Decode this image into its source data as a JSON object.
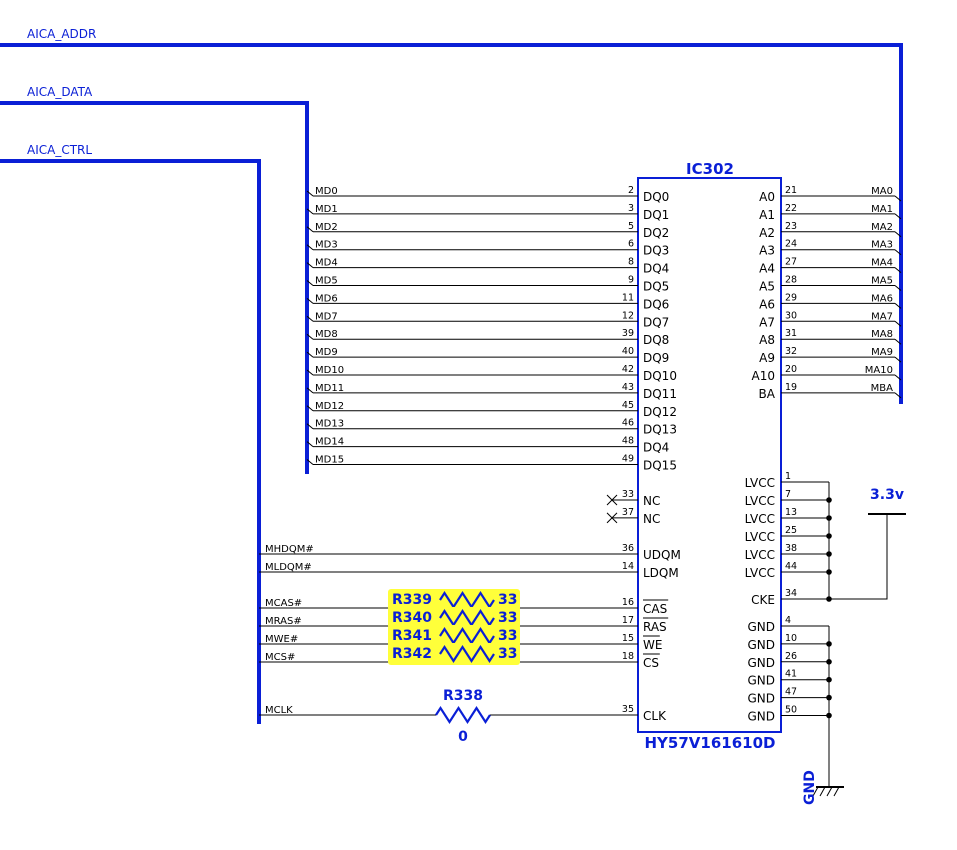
{
  "buses": {
    "addr": "AICA_ADDR",
    "data": "AICA_DATA",
    "ctrl": "AICA_CTRL"
  },
  "chip": {
    "ref": "IC302",
    "part": "HY57V161610D",
    "left_pins": [
      {
        "net": "MD0",
        "pin": "2",
        "name": "DQ0"
      },
      {
        "net": "MD1",
        "pin": "3",
        "name": "DQ1"
      },
      {
        "net": "MD2",
        "pin": "5",
        "name": "DQ2"
      },
      {
        "net": "MD3",
        "pin": "6",
        "name": "DQ3"
      },
      {
        "net": "MD4",
        "pin": "8",
        "name": "DQ4"
      },
      {
        "net": "MD5",
        "pin": "9",
        "name": "DQ5"
      },
      {
        "net": "MD6",
        "pin": "11",
        "name": "DQ6"
      },
      {
        "net": "MD7",
        "pin": "12",
        "name": "DQ7"
      },
      {
        "net": "MD8",
        "pin": "39",
        "name": "DQ8"
      },
      {
        "net": "MD9",
        "pin": "40",
        "name": "DQ9"
      },
      {
        "net": "MD10",
        "pin": "42",
        "name": "DQ10"
      },
      {
        "net": "MD11",
        "pin": "43",
        "name": "DQ11"
      },
      {
        "net": "MD12",
        "pin": "45",
        "name": "DQ12"
      },
      {
        "net": "MD13",
        "pin": "46",
        "name": "DQ13"
      },
      {
        "net": "MD14",
        "pin": "48",
        "name": "DQ4"
      },
      {
        "net": "MD15",
        "pin": "49",
        "name": "DQ15"
      }
    ],
    "nc_pins": [
      {
        "pin": "33",
        "name": "NC"
      },
      {
        "pin": "37",
        "name": "NC"
      }
    ],
    "ctrl_pins": [
      {
        "net": "MHDQM#",
        "pin": "36",
        "name": "UDQM"
      },
      {
        "net": "MLDQM#",
        "pin": "14",
        "name": "LDQM"
      },
      {
        "net": "MCAS#",
        "pin": "16",
        "name": "CAS",
        "res": "R339",
        "val": "33"
      },
      {
        "net": "MRAS#",
        "pin": "17",
        "name": "RAS",
        "res": "R340",
        "val": "33"
      },
      {
        "net": "MWE#",
        "pin": "15",
        "name": "WE",
        "res": "R341",
        "val": "33"
      },
      {
        "net": "MCS#",
        "pin": "18",
        "name": "CS",
        "res": "R342",
        "val": "33"
      }
    ],
    "clk_pin": {
      "net": "MCLK",
      "pin": "35",
      "name": "CLK",
      "res": "R338",
      "val": "0"
    },
    "right_pins": [
      {
        "net": "MA0",
        "pin": "21",
        "name": "A0"
      },
      {
        "net": "MA1",
        "pin": "22",
        "name": "A1"
      },
      {
        "net": "MA2",
        "pin": "23",
        "name": "A2"
      },
      {
        "net": "MA3",
        "pin": "24",
        "name": "A3"
      },
      {
        "net": "MA4",
        "pin": "27",
        "name": "A4"
      },
      {
        "net": "MA5",
        "pin": "28",
        "name": "A5"
      },
      {
        "net": "MA6",
        "pin": "29",
        "name": "A6"
      },
      {
        "net": "MA7",
        "pin": "30",
        "name": "A7"
      },
      {
        "net": "MA8",
        "pin": "31",
        "name": "A8"
      },
      {
        "net": "MA9",
        "pin": "32",
        "name": "A9"
      },
      {
        "net": "MA10",
        "pin": "20",
        "name": "A10"
      },
      {
        "net": "MBA",
        "pin": "19",
        "name": "BA"
      }
    ],
    "power_pins": [
      {
        "pin": "1",
        "name": "LVCC"
      },
      {
        "pin": "7",
        "name": "LVCC"
      },
      {
        "pin": "13",
        "name": "LVCC"
      },
      {
        "pin": "25",
        "name": "LVCC"
      },
      {
        "pin": "38",
        "name": "LVCC"
      },
      {
        "pin": "44",
        "name": "LVCC"
      },
      {
        "pin": "34",
        "name": "CKE"
      }
    ],
    "gnd_pins": [
      {
        "pin": "4",
        "name": "GND"
      },
      {
        "pin": "10",
        "name": "GND"
      },
      {
        "pin": "26",
        "name": "GND"
      },
      {
        "pin": "41",
        "name": "GND"
      },
      {
        "pin": "47",
        "name": "GND"
      },
      {
        "pin": "50",
        "name": "GND"
      }
    ]
  },
  "power_net": "3.3v",
  "gnd_net": "GND",
  "colors": {
    "bus": "#0a1fd6",
    "wire": "#000000",
    "highlight": "#ffff3a"
  }
}
